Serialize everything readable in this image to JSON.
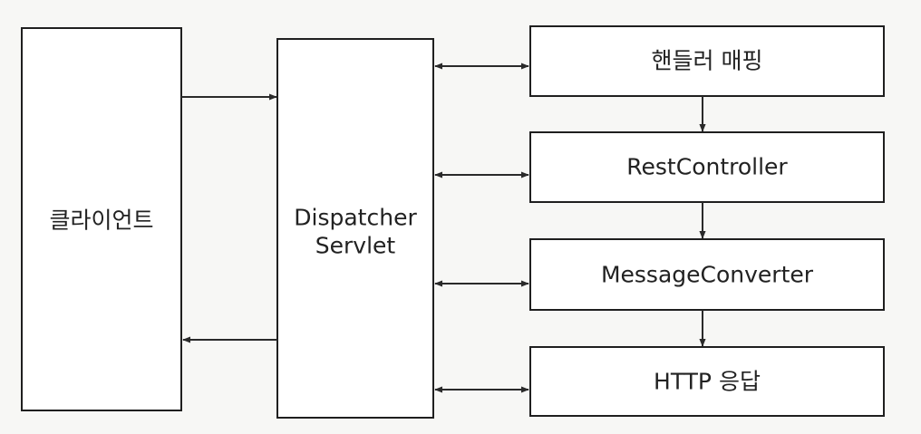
{
  "diagram": {
    "nodes": {
      "client": "클라이언트",
      "servlet_line1": "Dispatcher",
      "servlet_line2": "Servlet",
      "handler_mapping": "핸들러 매핑",
      "rest_controller": "RestController",
      "message_converter": "MessageConverter",
      "http_response": "HTTP 응답"
    },
    "edges": [
      {
        "from": "client",
        "to": "dispatcher-servlet",
        "direction": "forward"
      },
      {
        "from": "dispatcher-servlet",
        "to": "client",
        "direction": "forward"
      },
      {
        "from": "dispatcher-servlet",
        "to": "handler-mapping",
        "direction": "both"
      },
      {
        "from": "dispatcher-servlet",
        "to": "rest-controller",
        "direction": "both"
      },
      {
        "from": "dispatcher-servlet",
        "to": "message-converter",
        "direction": "both"
      },
      {
        "from": "dispatcher-servlet",
        "to": "http-response",
        "direction": "both"
      },
      {
        "from": "handler-mapping",
        "to": "rest-controller",
        "direction": "forward"
      },
      {
        "from": "rest-controller",
        "to": "message-converter",
        "direction": "forward"
      },
      {
        "from": "message-converter",
        "to": "http-response",
        "direction": "forward"
      }
    ]
  }
}
